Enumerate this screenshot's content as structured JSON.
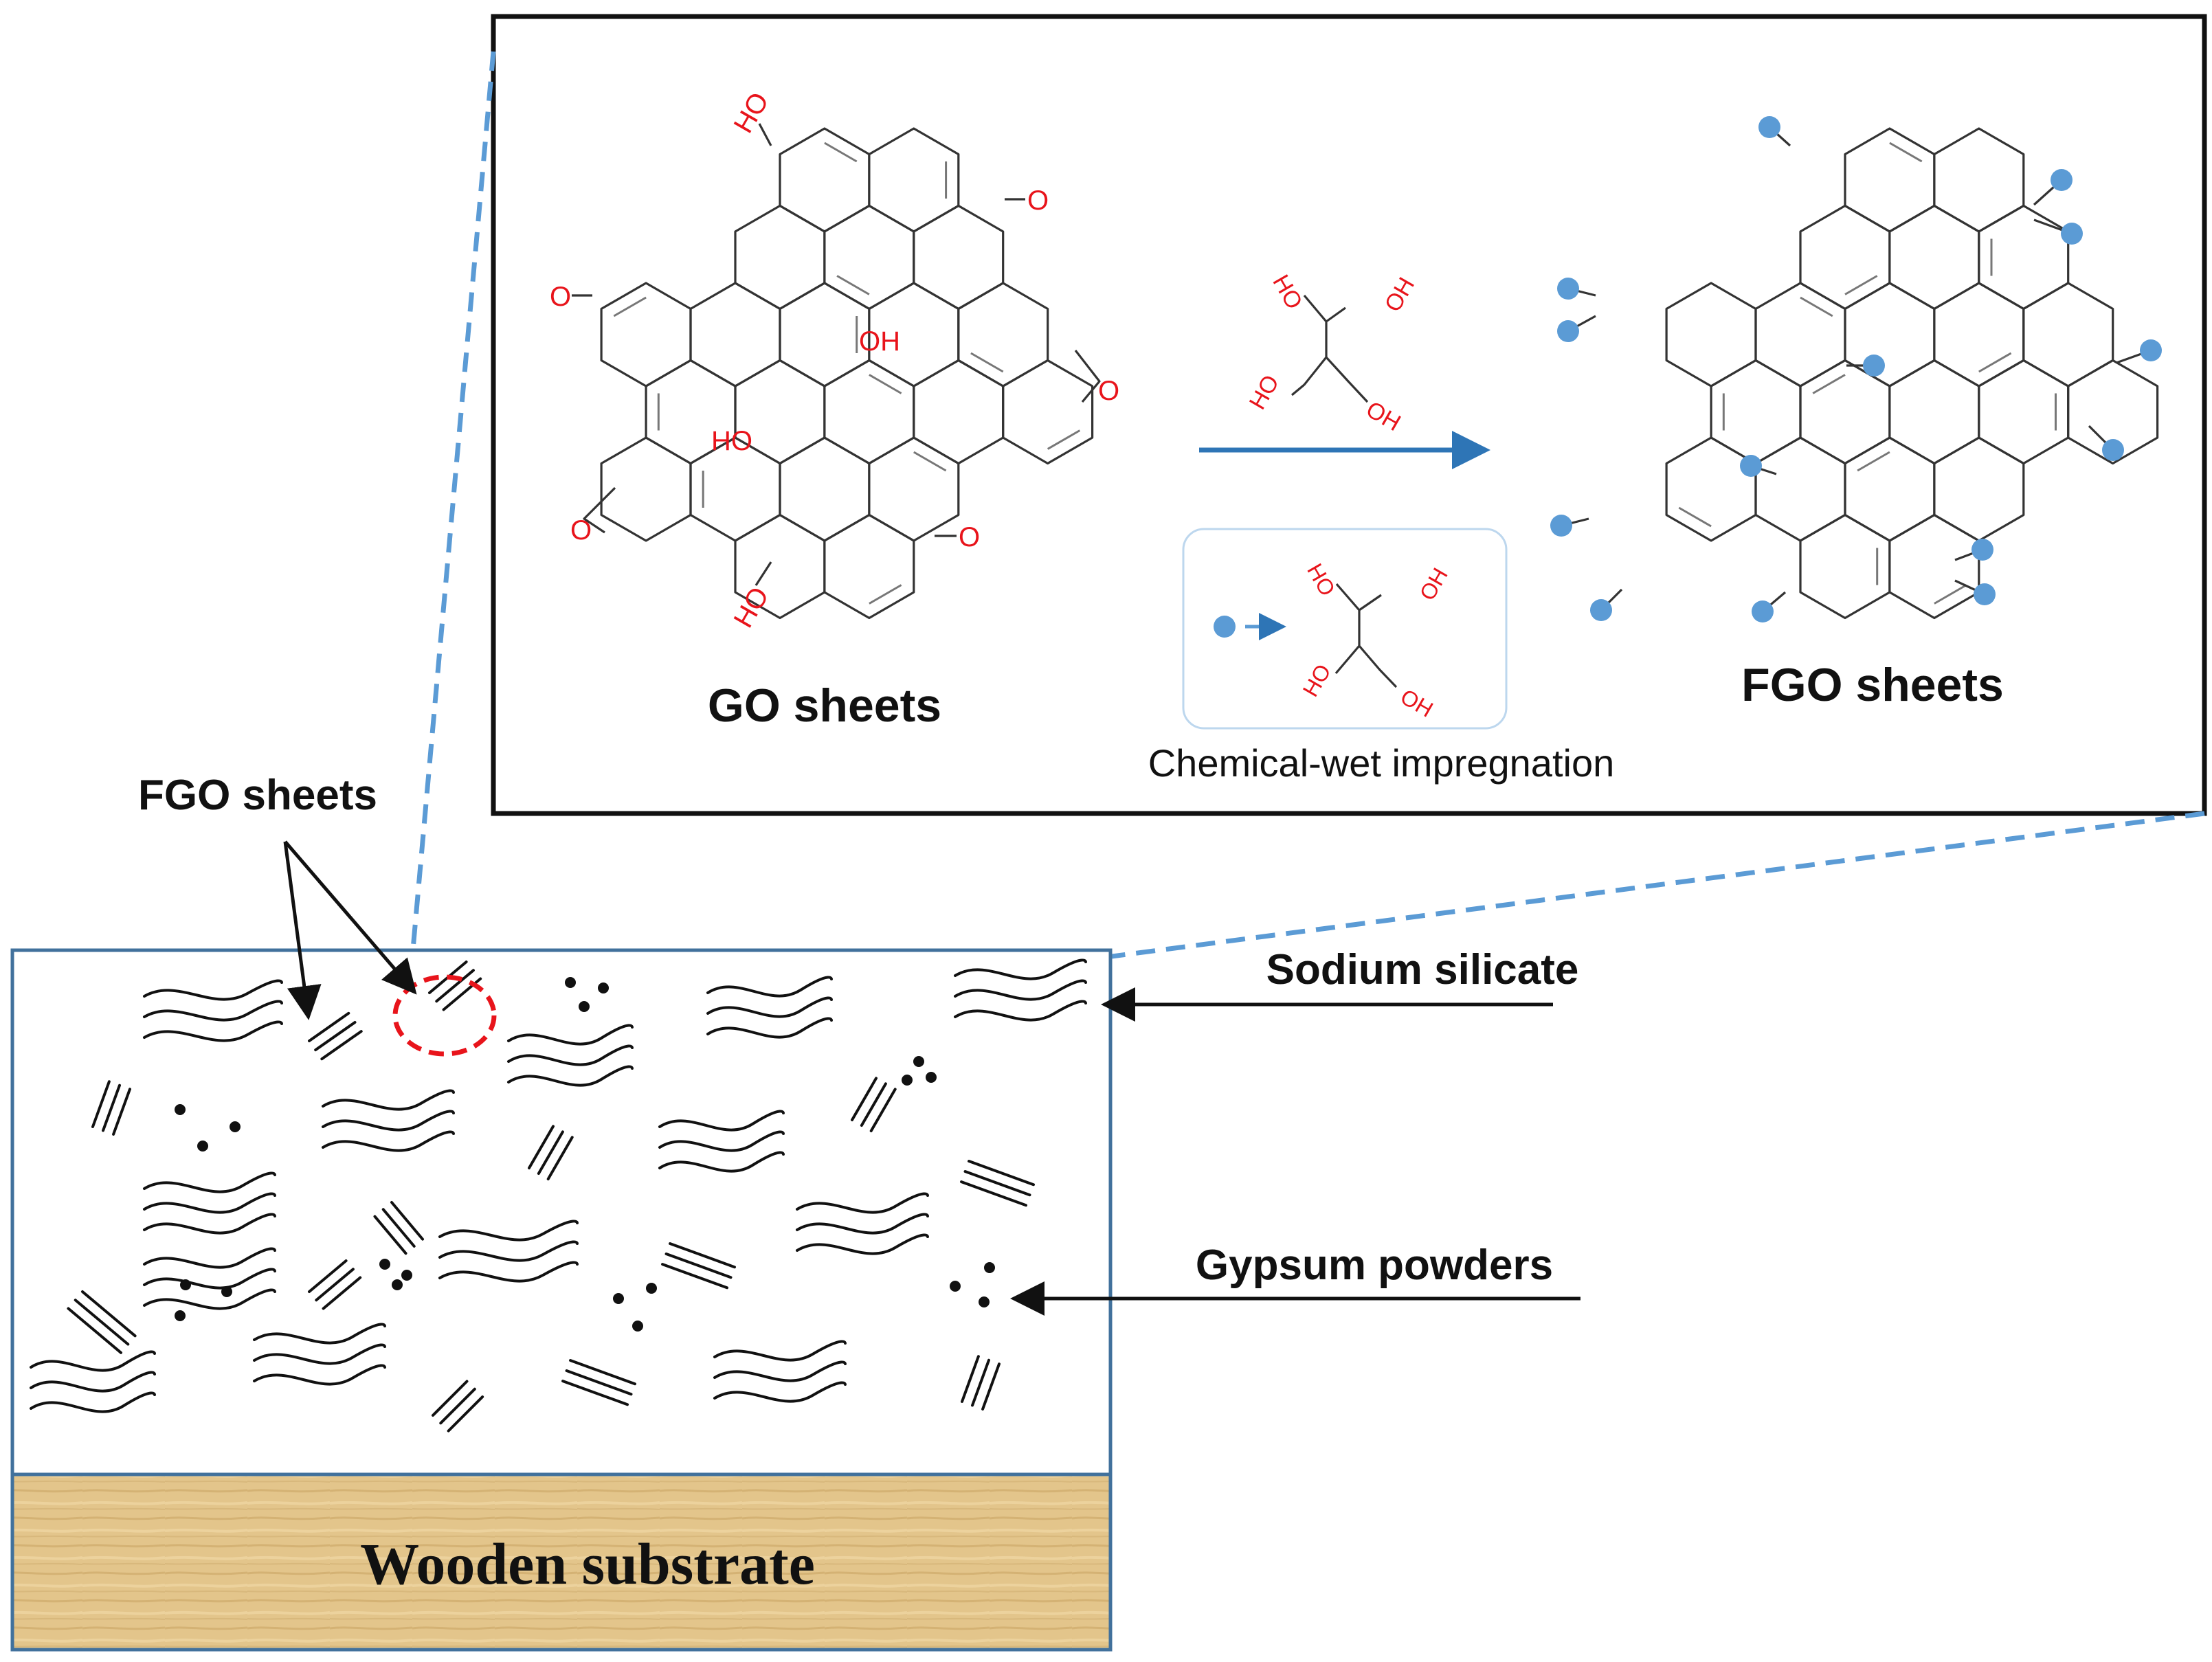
{
  "inset": {
    "left_label": "GO sheets",
    "right_label": "FGO sheets",
    "process_label": "Chemical-wet impregnation",
    "groups": {
      "hydroxyl": "HO",
      "hydroxyl_right": "OH",
      "oxygen": "O"
    },
    "reagent_hydroxyls": [
      "HO",
      "OH",
      "HO",
      "OH"
    ]
  },
  "coating": {
    "fgo_label": "FGO sheets",
    "sodium_silicate_label": "Sodium silicate",
    "gypsum_label": "Gypsum powders",
    "substrate_label": "Wooden substrate"
  },
  "colors": {
    "accent_blue": "#2e75b6",
    "callout_dash": "#5b9bd5",
    "highlight_red": "#e8141b",
    "functional_dot": "#5b9bd5",
    "panel_border": "#41719c",
    "wood": "#e6c98e"
  }
}
